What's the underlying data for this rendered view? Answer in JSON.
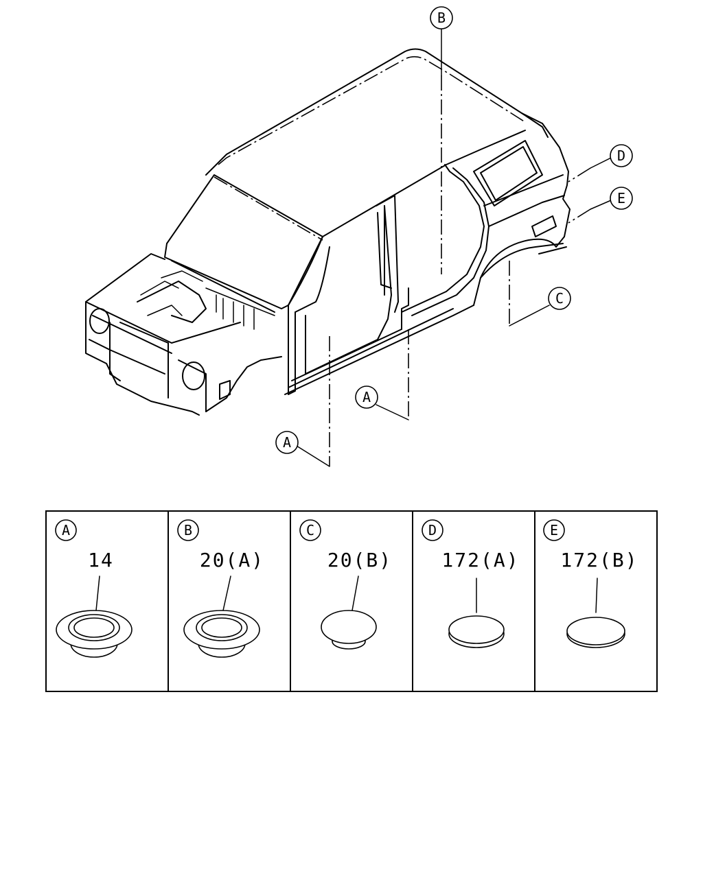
{
  "callouts": {
    "top_b": "B",
    "side_d": "D",
    "side_e": "E",
    "bottom_c": "C",
    "bottom_a1": "A",
    "bottom_a2": "A"
  },
  "parts_table": [
    {
      "ref": "A",
      "part": "14"
    },
    {
      "ref": "B",
      "part": "20(A)"
    },
    {
      "ref": "C",
      "part": "20(B)"
    },
    {
      "ref": "D",
      "part": "172(A)"
    },
    {
      "ref": "E",
      "part": "172(B)"
    }
  ]
}
